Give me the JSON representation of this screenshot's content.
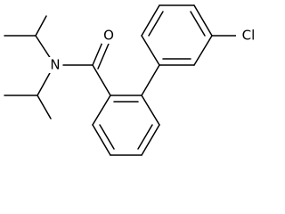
{
  "structure": {
    "atoms": {
      "oxygen": "O",
      "nitrogen": "N",
      "chlorine": "Cl"
    },
    "colors": {
      "bond": "#000000",
      "background": "#ffffff",
      "label": "#000000"
    }
  }
}
